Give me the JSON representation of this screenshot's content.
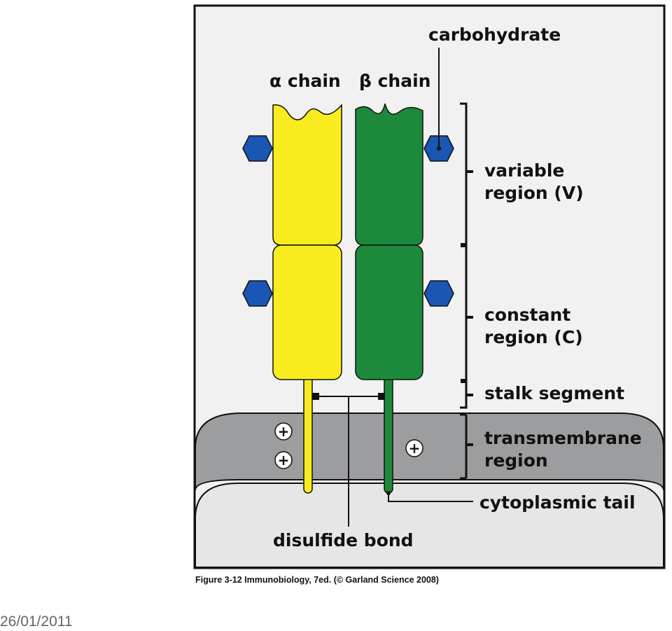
{
  "labels": {
    "alpha_chain": "α chain",
    "beta_chain": "β chain",
    "carbohydrate": "carbohydrate",
    "variable_region_line1": "variable",
    "variable_region_line2": "region (V)",
    "constant_region_line1": "constant",
    "constant_region_line2": "region (C)",
    "stalk_segment": "stalk segment",
    "transmembrane_line1": "transmembrane",
    "transmembrane_line2": "region",
    "cytoplasmic_tail": "cytoplasmic tail",
    "disulfide_bond": "disulfide bond",
    "charge_symbol": "+"
  },
  "caption": "Figure 3-12  Immunobiology, 7ed. (© Garland Science 2008)",
  "slide_date": "26/01/2011",
  "colors": {
    "alpha_chain": "#f9ec1e",
    "beta_chain": "#1d8a3b",
    "carbohydrate": "#1a56b3",
    "membrane": "#9b9c9e",
    "cytoplasm": "#e5e5e5",
    "background": "#f1f1f1"
  }
}
